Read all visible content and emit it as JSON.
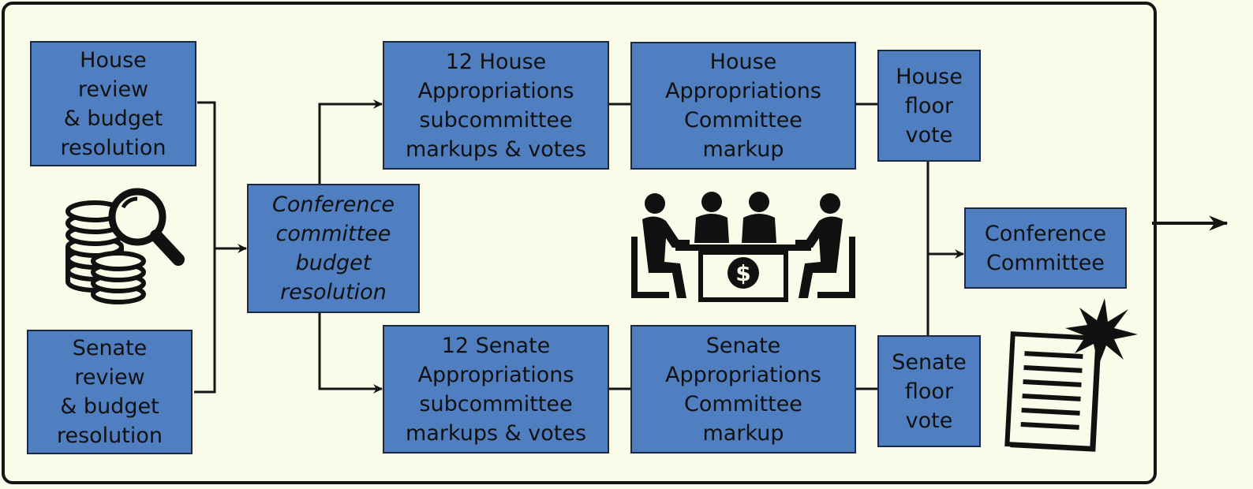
{
  "boxes": {
    "house_review": "House\nreview\n& budget\nresolution",
    "senate_review": "Senate\nreview\n& budget\nresolution",
    "conference_budget": "Conference\ncommittee\nbudget\nresolution",
    "house_subcommittee": "12 House\nAppropriations\nsubcommittee\nmarkups & votes",
    "senate_subcommittee": "12 Senate\nAppropriations\nsubcommittee\nmarkups & votes",
    "house_committee": "House\nAppropriations\nCommittee\nmarkup",
    "senate_committee": "Senate\nAppropriations\nCommittee\nmarkup",
    "house_floor": "House\nfloor\nvote",
    "senate_floor": "Senate\nfloor\nvote",
    "conference_committee": "Conference\nCommittee"
  },
  "icons": {
    "budget_review": "coins-magnifier-icon",
    "meeting": "meeting-table-dollar-icon",
    "bill": "signed-document-icon"
  },
  "colors": {
    "box_fill": "#4f7fc0",
    "background": "#fbfbe9",
    "line": "#151515"
  }
}
